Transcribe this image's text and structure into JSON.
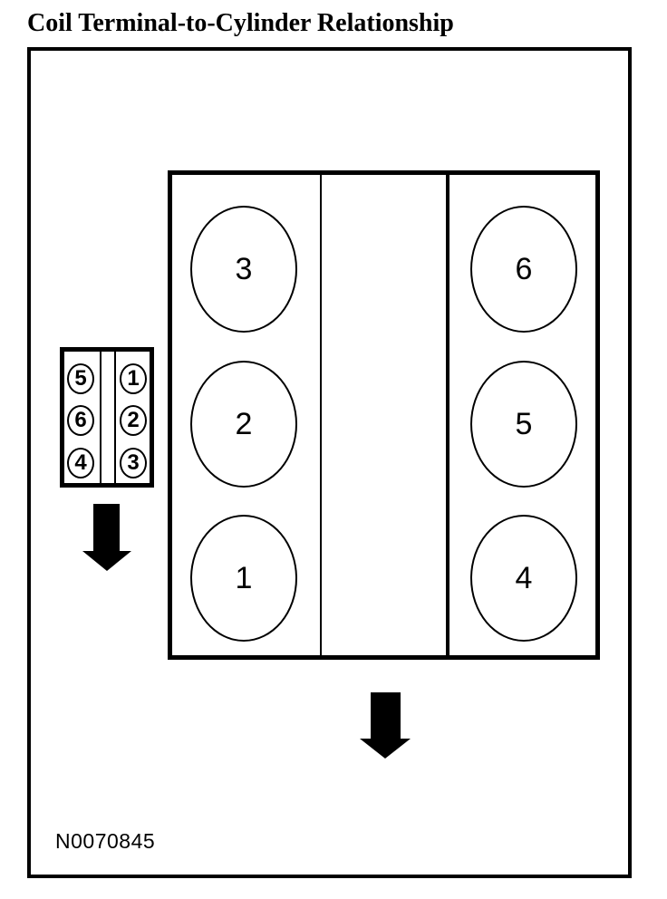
{
  "title": "Coil Terminal-to-Cylinder Relationship",
  "figure_number": "N0070845",
  "colors": {
    "ink": "#000000",
    "background": "#ffffff"
  },
  "coil_connector": {
    "left_column": [
      "5",
      "6",
      "4"
    ],
    "right_column": [
      "1",
      "2",
      "3"
    ]
  },
  "engine_block": {
    "left_bank": [
      "3",
      "2",
      "1"
    ],
    "right_bank": [
      "6",
      "5",
      "4"
    ]
  },
  "icons": {
    "coil_arrow": "down-arrow",
    "engine_arrow": "down-arrow"
  }
}
